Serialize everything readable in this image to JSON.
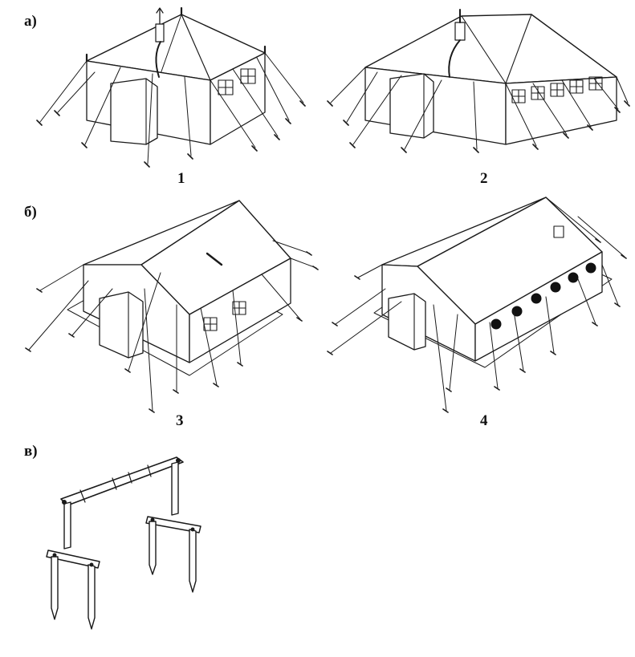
{
  "section_labels": {
    "a": "а)",
    "b": "б)",
    "v": "в)"
  },
  "figure_numbers": {
    "n1": "1",
    "n2": "2",
    "n3": "3",
    "n4": "4"
  }
}
